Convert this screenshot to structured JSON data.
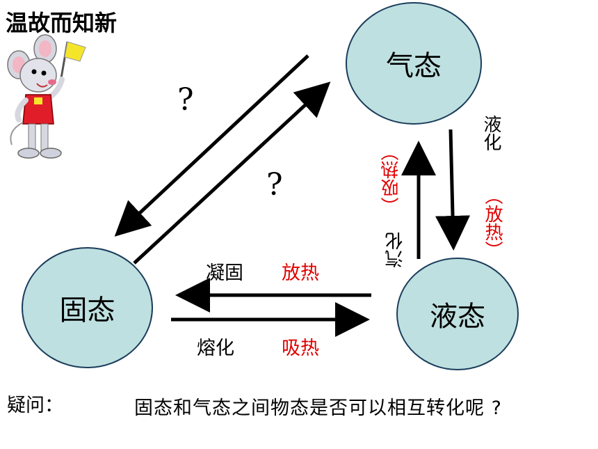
{
  "title": "温故而知新",
  "states": {
    "gas": "气态",
    "solid": "固态",
    "liquid": "液态"
  },
  "transitions": {
    "solidify": "凝固",
    "solidify_heat": "放热",
    "melt": "熔化",
    "melt_heat": "吸热",
    "liquefy": "液化",
    "liquefy_heat": "（放热）",
    "vaporize": "汽化",
    "vaporize_heat": "（吸热）",
    "unknown_1": "?",
    "unknown_2": "?"
  },
  "question": {
    "label": "疑问：",
    "text": "固态和气态之间物态是否可以相互转化呢 ?"
  },
  "colors": {
    "circle_fill": "#bfe0e0",
    "circle_stroke": "#1a3d5c",
    "heat_text": "#e00000",
    "arrow": "#000000"
  },
  "icons": {
    "mascot": "mouse-with-flag-icon"
  }
}
